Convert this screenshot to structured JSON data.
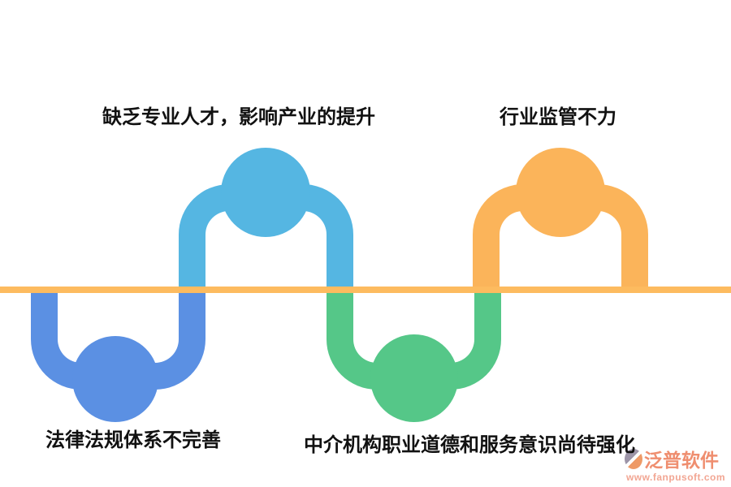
{
  "diagram": {
    "type": "wave-timeline",
    "center_line_color": "#FDBB5F",
    "items": [
      {
        "id": "blue",
        "position": "below-line",
        "label": "法律法规体系不完善",
        "color": "#5B90E3"
      },
      {
        "id": "sky",
        "position": "above-line",
        "label": "缺乏专业人才，影响产业的提升",
        "color": "#55B6E2"
      },
      {
        "id": "green",
        "position": "below-line",
        "label": "中介机构职业道德和服务意识尚待强化",
        "color": "#55C788"
      },
      {
        "id": "orange",
        "position": "above-line",
        "label": "行业监管不力",
        "color": "#FBB45A"
      }
    ]
  },
  "watermark": {
    "brand": "泛普软件",
    "url": "www.fanpusoft.com",
    "brand_color": "#EF8E6F",
    "url_color": "#F2A693",
    "logo_colors": [
      "#9D95A8",
      "#EE9A67"
    ]
  }
}
